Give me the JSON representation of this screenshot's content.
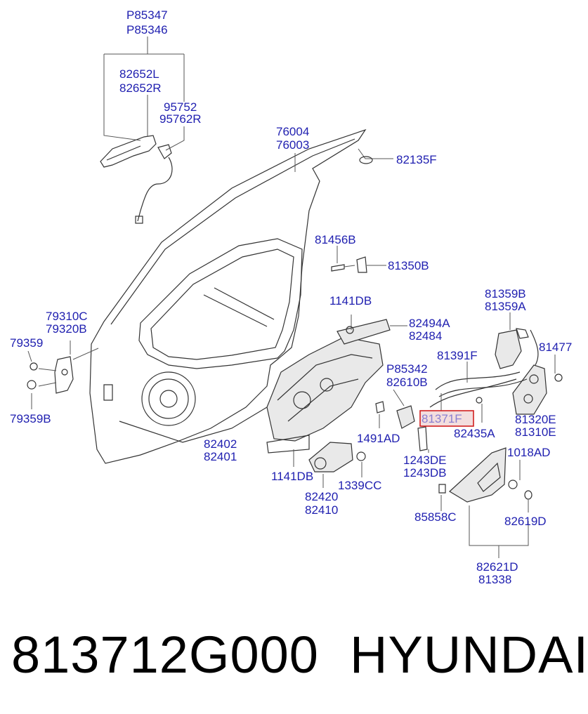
{
  "labels": {
    "p85347": "P85347",
    "p85346": "P85346",
    "l82652L": "82652L",
    "l82652R": "82652R",
    "l95752": "95752",
    "l95762R": "95762R",
    "l76004": "76004",
    "l76003": "76003",
    "l82135F": "82135F",
    "l81456B": "81456B",
    "l81350B": "81350B",
    "l79310C": "79310C",
    "l79320B": "79320B",
    "l79359": "79359",
    "l79359B": "79359B",
    "l1141DB_top": "1141DB",
    "l82494A": "82494A",
    "l82484": "82484",
    "l81359B": "81359B",
    "l81359A": "81359A",
    "l81391F": "81391F",
    "l81477": "81477",
    "lP85342": "P85342",
    "l82610B": "82610B",
    "l81371F": "81371F",
    "l82435A": "82435A",
    "l81320E": "81320E",
    "l81310E": "81310E",
    "l1491AD": "1491AD",
    "l82402": "82402",
    "l82401": "82401",
    "l1243DE": "1243DE",
    "l1243DB": "1243DB",
    "l1018AD": "1018AD",
    "l1141DB_bot": "1141DB",
    "l1339CC": "1339CC",
    "l82420": "82420",
    "l82410": "82410",
    "l85858C": "85858C",
    "l82619D": "82619D",
    "l82621D": "82621D",
    "l81338": "81338"
  },
  "highlight": {
    "part": "81371F",
    "box_color": "#d21f1f"
  },
  "footer": {
    "part_number": "813712G000",
    "brand": "HYUNDAI"
  },
  "colors": {
    "label": "#1f1fb0",
    "line": "#333333"
  }
}
